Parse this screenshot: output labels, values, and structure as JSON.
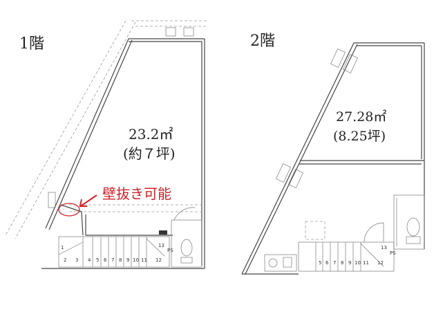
{
  "floor1": {
    "title": "1階",
    "area": "23.2㎡",
    "tsubo": "(約７坪)",
    "note": "壁抜き可能",
    "note_color": "#d0222a",
    "stair_numbers": [
      "1",
      "2",
      "3",
      "4",
      "5",
      "6",
      "7",
      "8",
      "9",
      "10",
      "11",
      "12",
      "13"
    ],
    "ps": "PS"
  },
  "floor2": {
    "title": "2階",
    "area": "27.28㎡",
    "tsubo": "(8.25坪)",
    "stair_numbers": [
      "5",
      "6",
      "7",
      "8",
      "9",
      "10",
      "11",
      "12",
      "13"
    ],
    "ps": "PS"
  }
}
